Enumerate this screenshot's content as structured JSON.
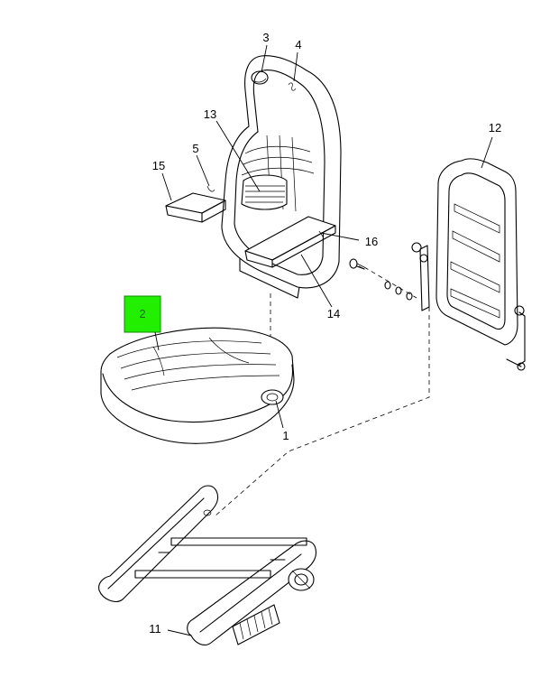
{
  "callouts": {
    "c1": "1",
    "c2": "2",
    "c3": "3",
    "c4": "4",
    "c5": "5",
    "c11": "11",
    "c12": "12",
    "c13": "13",
    "c14": "14",
    "c15": "15",
    "c16": "16"
  },
  "highlight": {
    "part": "2",
    "color": "#22ee00",
    "border_color": "#118800"
  },
  "line_color": "#000000"
}
